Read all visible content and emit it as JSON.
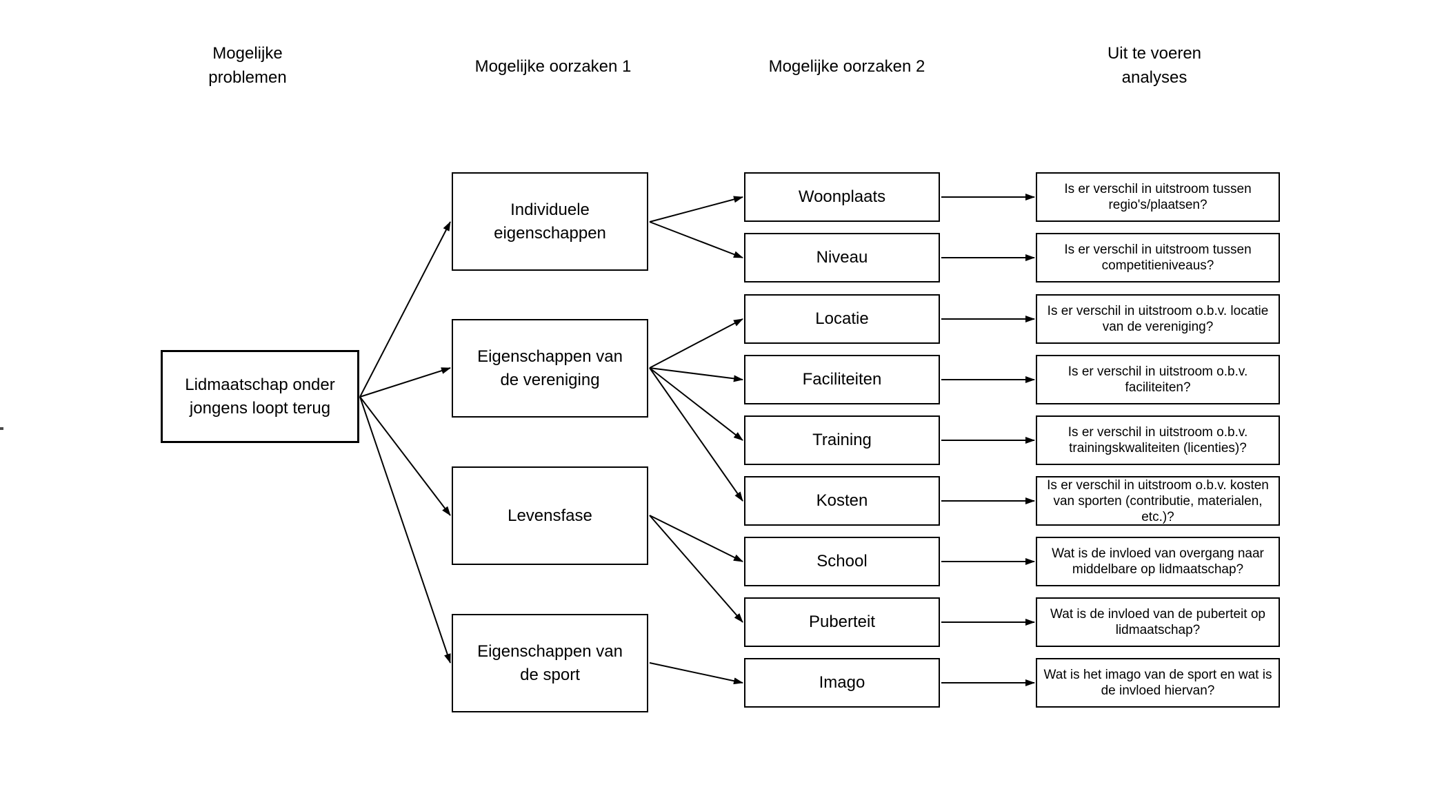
{
  "column_headers": {
    "problems": "Mogelijke problemen",
    "causes1": "Mogelijke oorzaken 1",
    "causes2": "Mogelijke oorzaken 2",
    "analyses": "Uit te voeren analyses"
  },
  "nodes": {
    "problem": {
      "label": "Lidmaatschap onder jongens loopt terug"
    },
    "causes1": [
      {
        "label": "Individuele eigenschappen"
      },
      {
        "label": "Eigenschappen van de vereniging"
      },
      {
        "label": "Levensfase"
      },
      {
        "label": "Eigenschappen van de sport"
      }
    ],
    "causes2": [
      {
        "label": "Woonplaats"
      },
      {
        "label": "Niveau"
      },
      {
        "label": "Locatie"
      },
      {
        "label": "Faciliteiten"
      },
      {
        "label": "Training"
      },
      {
        "label": "Kosten"
      },
      {
        "label": "School"
      },
      {
        "label": "Puberteit"
      },
      {
        "label": "Imago"
      }
    ],
    "analyses": [
      {
        "label": "Is er verschil in uitstroom tussen regio's/plaatsen?"
      },
      {
        "label": "Is er verschil in uitstroom tussen competitieniveaus?"
      },
      {
        "label": "Is er verschil in uitstroom o.b.v. locatie van de vereniging?"
      },
      {
        "label": "Is er verschil in uitstroom o.b.v. faciliteiten?"
      },
      {
        "label": "Is er verschil in uitstroom o.b.v. trainingskwaliteiten (licenties)?"
      },
      {
        "label": "Is er verschil in uitstroom o.b.v. kosten van sporten (contributie, materialen, etc.)?"
      },
      {
        "label": "Wat is de invloed van overgang naar middelbare op lidmaatschap?"
      },
      {
        "label": "Wat is de invloed van de puberteit op lidmaatschap?"
      },
      {
        "label": "Wat is het imago van de sport en wat is de invloed hiervan?"
      }
    ]
  },
  "connections": [
    {
      "from": "problem",
      "to": "causes1[0]"
    },
    {
      "from": "problem",
      "to": "causes1[1]"
    },
    {
      "from": "problem",
      "to": "causes1[2]"
    },
    {
      "from": "problem",
      "to": "causes1[3]"
    },
    {
      "from": "causes1[0]",
      "to": "causes2[0]"
    },
    {
      "from": "causes1[0]",
      "to": "causes2[1]"
    },
    {
      "from": "causes1[1]",
      "to": "causes2[2]"
    },
    {
      "from": "causes1[1]",
      "to": "causes2[3]"
    },
    {
      "from": "causes1[1]",
      "to": "causes2[4]"
    },
    {
      "from": "causes1[1]",
      "to": "causes2[5]"
    },
    {
      "from": "causes1[2]",
      "to": "causes2[6]"
    },
    {
      "from": "causes1[2]",
      "to": "causes2[7]"
    },
    {
      "from": "causes1[3]",
      "to": "causes2[8]"
    },
    {
      "from": "causes2[0]",
      "to": "analyses[0]"
    },
    {
      "from": "causes2[1]",
      "to": "analyses[1]"
    },
    {
      "from": "causes2[2]",
      "to": "analyses[2]"
    },
    {
      "from": "causes2[3]",
      "to": "analyses[3]"
    },
    {
      "from": "causes2[4]",
      "to": "analyses[4]"
    },
    {
      "from": "causes2[5]",
      "to": "analyses[5]"
    },
    {
      "from": "causes2[6]",
      "to": "analyses[6]"
    },
    {
      "from": "causes2[7]",
      "to": "analyses[7]"
    },
    {
      "from": "causes2[8]",
      "to": "analyses[8]"
    }
  ],
  "colors": {
    "background": "#ffffff",
    "box_border": "#000000",
    "line": "#000000",
    "text": "#000000"
  }
}
